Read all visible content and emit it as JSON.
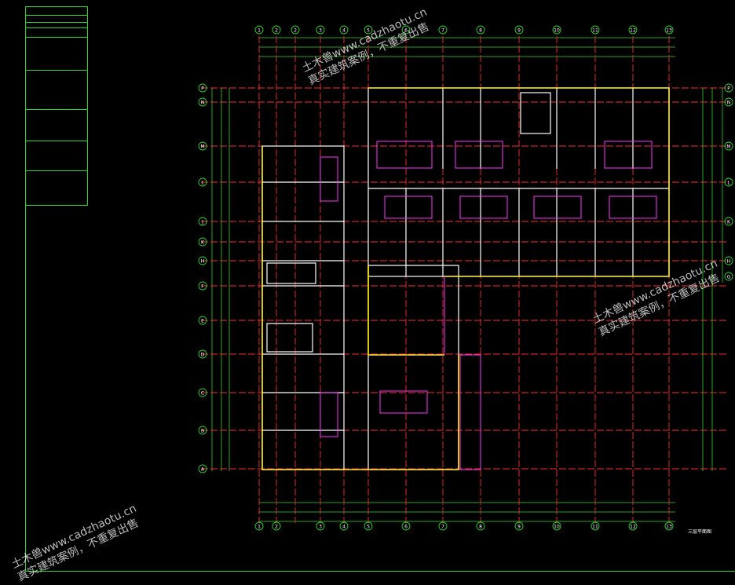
{
  "watermark": {
    "line1": "土木兽www.cadzhaotu.cn",
    "line2": "真实建筑案例，不重复出售"
  },
  "grid_columns_top": [
    "1",
    "2",
    "2",
    "3",
    "4",
    "5",
    "6",
    "7",
    "8",
    "9",
    "10",
    "11",
    "12",
    "13"
  ],
  "grid_columns_bottom": [
    "1",
    "2",
    "3",
    "4",
    "5",
    "6",
    "7",
    "8",
    "9",
    "10",
    "11",
    "12",
    "13"
  ],
  "grid_rows_left": [
    "P",
    "N",
    "M",
    "L",
    "J",
    "K",
    "H",
    "F",
    "E",
    "D",
    "C",
    "B",
    "A"
  ],
  "grid_rows_right": [
    "P",
    "N",
    "M",
    "L",
    "K",
    "H",
    "G"
  ],
  "drawing_title": "三层平面图",
  "colors": {
    "grid": "#ff2a2a",
    "dimension": "#2bd52b",
    "wall": "#ffffff",
    "boundary": "#ffee00",
    "partition": "#ff33ff",
    "background": "#000000"
  }
}
